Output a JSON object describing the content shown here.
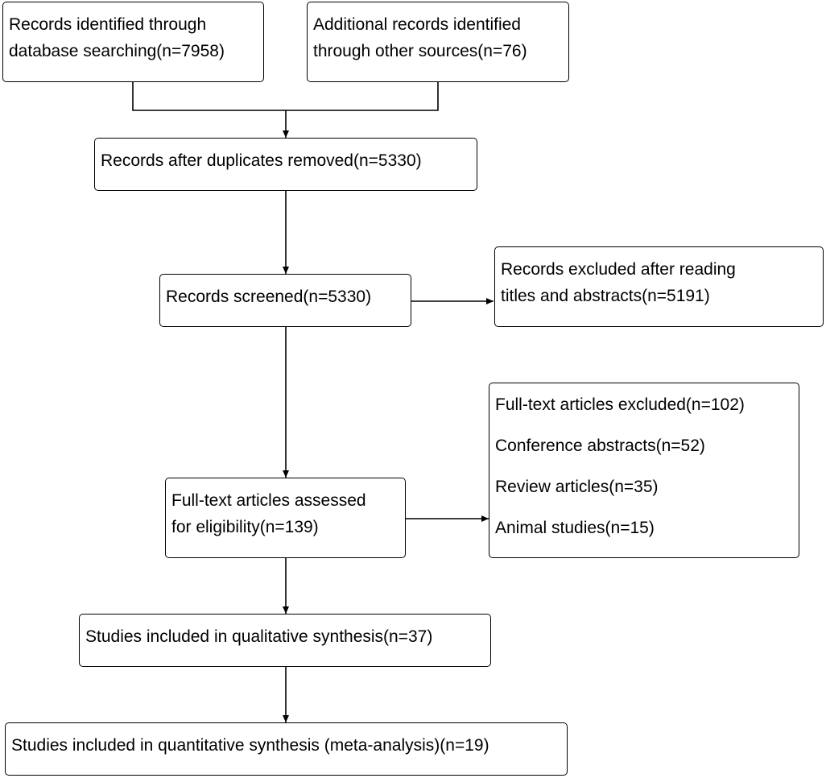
{
  "boxes": {
    "database_search": [
      "Records identified through",
      "database searching(n=7958)"
    ],
    "other_sources": [
      "Additional records identified",
      "through other sources(n=76)"
    ],
    "duplicates_removed": [
      "Records after duplicates removed(n=5330)"
    ],
    "screened": [
      "Records screened(n=5330)"
    ],
    "excluded_titles": [
      "Records excluded after reading",
      "titles and abstracts(n=5191)"
    ],
    "fulltext_assessed": [
      "Full-text articles assessed",
      "for eligibility(n=139)"
    ],
    "fulltext_excluded": [
      "Full-text articles excluded(n=102)",
      "Conference abstracts(n=52)",
      "Review articles(n=35)",
      "Animal studies(n=15)"
    ],
    "qualitative": [
      "Studies included in qualitative synthesis(n=37)"
    ],
    "quantitative": [
      "Studies included in quantitative synthesis (meta-analysis)(n=19)"
    ]
  },
  "colors": {
    "stroke": "#000000",
    "background": "#ffffff"
  }
}
